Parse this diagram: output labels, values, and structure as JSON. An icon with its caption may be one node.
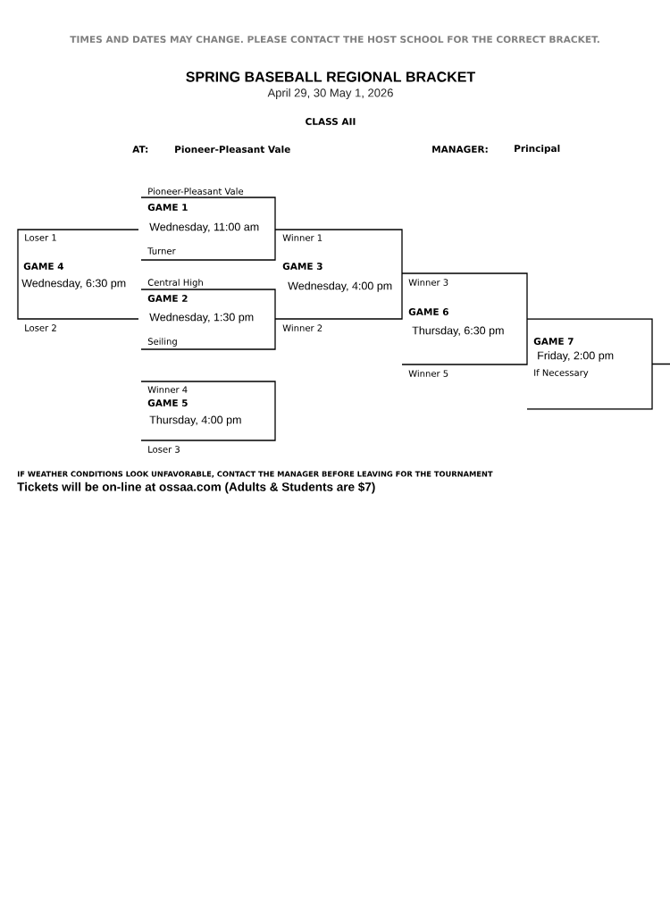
{
  "diagram": {
    "title": "SPRING BASEBALL REGIONAL BRACKET",
    "nodes": [
      {
        "text": [
          "Pioneer-Pleasant Vale",
          "GAME 1",
          "Wednesday, 11:00 am",
          "Turner"
        ]
      },
      {
        "text": [
          "Central High",
          "GAME 2",
          "Wednesday, 1:30 pm",
          "Seiling"
        ]
      },
      {
        "text": [
          "Winner 1",
          "GAME 3",
          "Wednesday, 4:00 pm",
          "Winner 2"
        ]
      },
      {
        "text": [
          "Loser 1",
          "GAME 4",
          "Wednesday, 6:30 pm",
          "Loser 2"
        ]
      },
      {
        "text": [
          "Winner 4",
          "GAME 5",
          "Thursday, 4:00 pm",
          "Loser 3"
        ]
      },
      {
        "text": [
          "Winner 3",
          "GAME 6",
          "Thursday, 6:30 pm",
          "Winner 5"
        ]
      },
      {
        "text": [
          "GAME 7",
          "Friday, 2:00 pm",
          "If Necessary"
        ]
      }
    ],
    "labels": [
      "TIMES AND DATES MAY CHANGE. PLEASE CONTACT THE HOST SCHOOL FOR THE CORRECT BRACKET.",
      "April 29, 30 May 1, 2026",
      "CLASS AII",
      "AT:",
      "Pioneer-Pleasant Vale",
      "MANAGER:",
      "Principal",
      "IF WEATHER CONDITIONS LOOK UNFAVORABLE, CONTACT THE MANAGER BEFORE LEAVING FOR THE TOURNAMENT",
      "Tickets will be on-line at ossaa.com (Adults & Students are $7)"
    ]
  }
}
